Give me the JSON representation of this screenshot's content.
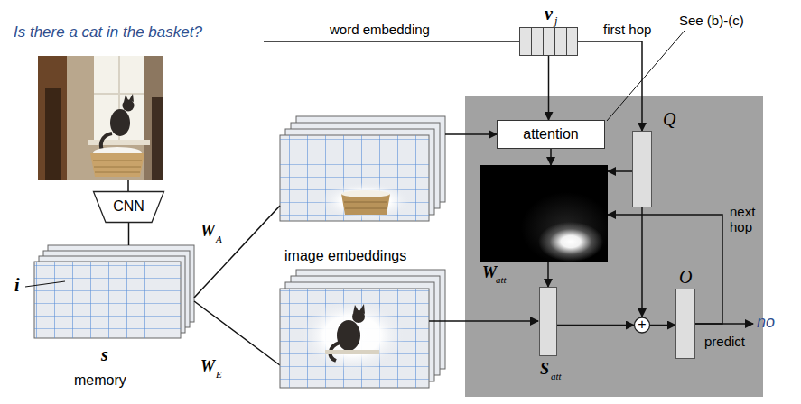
{
  "diagram": {
    "nodes": [
      {
        "text": [
          "CNN"
        ]
      },
      {
        "text": [
          "s",
          "memory"
        ]
      },
      {
        "text": [
          "image embeddings"
        ]
      },
      {
        "text": [
          "v",
          "j"
        ]
      },
      {
        "text": [
          "attention"
        ]
      },
      {
        "text": [
          "Q"
        ]
      },
      {
        "text": [
          "W",
          "att"
        ]
      },
      {
        "text": [
          "S",
          "att"
        ]
      },
      {
        "text": [
          "+"
        ]
      },
      {
        "text": [
          "O"
        ]
      }
    ],
    "edges": [
      {
        "from": 0,
        "to": 1,
        "arrow": "none"
      },
      {
        "from": 1,
        "to": 2,
        "arrow": "none"
      },
      {
        "from": 2,
        "to": 4,
        "arrow": "to"
      },
      {
        "from": 3,
        "to": 4,
        "arrow": "to"
      },
      {
        "from": 3,
        "to": 5,
        "arrow": "to",
        "label": "first hop"
      },
      {
        "from": 4,
        "to": 6,
        "arrow": "to"
      },
      {
        "from": 5,
        "to": 6,
        "arrow": "to"
      },
      {
        "from": 6,
        "to": 7,
        "arrow": "to"
      },
      {
        "from": 7,
        "to": 8,
        "arrow": "to"
      },
      {
        "from": 5,
        "to": 8,
        "arrow": "to"
      },
      {
        "from": 8,
        "to": 9,
        "arrow": "to"
      },
      {
        "from": 9,
        "to": 6,
        "arrow": "to",
        "label": "next hop"
      }
    ],
    "labels": [
      "Is there a cat in the basket?",
      "word embedding",
      "See (b)-(c)",
      "i",
      "W",
      "A",
      "W",
      "E",
      "predict",
      "no"
    ]
  }
}
